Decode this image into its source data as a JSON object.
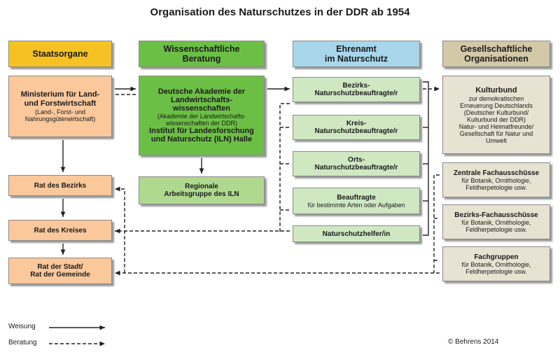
{
  "title": "Organisation des Naturschutzes in der DDR ab 1954",
  "columns": {
    "staatsorgane": "Staatsorgane",
    "wissenschaft": [
      "Wissenschaftliche",
      "Beratung"
    ],
    "ehrenamt": [
      "Ehrenamt",
      "im Naturschutz"
    ],
    "gesellschaft": [
      "Gesellschaftliche",
      "Organisationen"
    ]
  },
  "staat": {
    "ministerium": {
      "title": [
        "Ministerium für Land-",
        "und Forstwirtschaft"
      ],
      "sub": [
        "(Land-, Forst- und",
        "Nahrungsgüterwirtschaft)"
      ]
    },
    "bezirk": "Rat des Bezirks",
    "kreis": "Rat des Kreises",
    "gemeinde": [
      "Rat der Stadt/",
      "Rat der Gemeinde"
    ]
  },
  "wissenschaft": {
    "akademie": {
      "title": [
        "Deutsche Akademie der",
        "Landwirtschafts-",
        "wissenschaften"
      ],
      "sub": [
        "(Akademie der Landwirtschafts-",
        "wissenschaften der DDR)"
      ],
      "iln": [
        "Institut für Landesforschung",
        "und Naturschutz (ILN) Halle"
      ]
    },
    "regional": [
      "Regionale",
      "Arbeitsgruppe des ILN"
    ]
  },
  "ehrenamt": {
    "bezirk": [
      "Bezirks-",
      "Naturschutzbeauftragte/r"
    ],
    "kreis": [
      "Kreis-",
      "Naturschutzbeauftragte/r"
    ],
    "orts": [
      "Orts-",
      "Naturschutzbeauftragte/r"
    ],
    "beauftragte": {
      "title": "Beauftragte",
      "sub": "für bestimmte Arten oder Aufgaben"
    },
    "helfer": "Naturschutzhelfer/in"
  },
  "gesellschaft": {
    "kulturbund": {
      "title": "Kulturbund",
      "sub": [
        "zur demokratischen",
        "Erneuerung Deutschlands",
        "(Deutscher Kulturbund/",
        "Kulturbund der DDR)",
        "Natur- und Heimatfreunde/",
        "Gesellschaft für Natur und",
        "Umwelt"
      ]
    },
    "zentrale": {
      "title": "Zentrale Fachausschüsse",
      "sub": [
        "für Botanik, Ornithologie,",
        "Feldherpetologie usw."
      ]
    },
    "bezirks": {
      "title": "Bezirks-Fachausschüsse",
      "sub": [
        "für Botanik, Ornithologie,",
        "Feldherpetologie usw."
      ]
    },
    "fachgruppen": {
      "title": "Fachgruppen",
      "sub": [
        "für Botanik, Ornithologie,",
        "Feldherpetologie usw."
      ]
    }
  },
  "legend": {
    "weisung": "Weisung",
    "beratung": "Beratung"
  },
  "copyright": "©  Behrens 2014",
  "colors": {
    "staatsorgane": "#f6c223",
    "wissenschaft": "#6cbf45",
    "ehrenamt": "#a8d7ec",
    "gesellschaft": "#d3c8a8",
    "staat_boxes": "#fbc89c",
    "ehrenamt_boxes": "#cfe8c2",
    "wissenschaft_boxes": "#b0d990",
    "gesellschaft_boxes": "#e8e2d2"
  }
}
